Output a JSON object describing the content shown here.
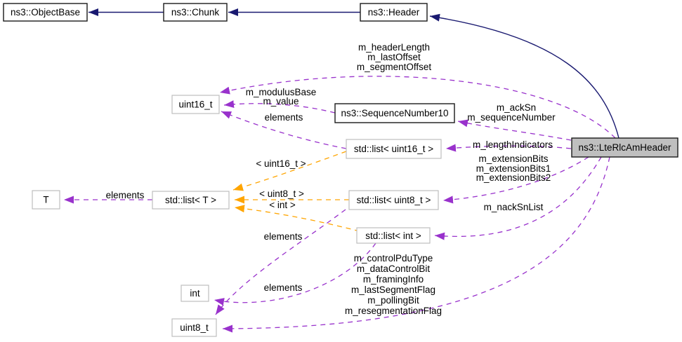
{
  "diagram": {
    "nodes": {
      "objectbase": {
        "label": "ns3::ObjectBase"
      },
      "chunk": {
        "label": "ns3::Chunk"
      },
      "header": {
        "label": "ns3::Header"
      },
      "lterlcamheader": {
        "label": "ns3::LteRlcAmHeader"
      },
      "sequencenumber10": {
        "label": "ns3::SequenceNumber10"
      },
      "uint16": {
        "label": "uint16_t"
      },
      "list_uint16": {
        "label": "std::list< uint16_t >"
      },
      "list_uint8": {
        "label": "std::list< uint8_t >"
      },
      "list_int": {
        "label": "std::list< int >"
      },
      "list_t": {
        "label": "std::list< T >"
      },
      "t": {
        "label": "T"
      },
      "int": {
        "label": "int"
      },
      "uint8": {
        "label": "uint8_t"
      }
    },
    "edge_labels": {
      "rlc_to_uint16": [
        "m_headerLength",
        "m_lastOffset",
        "m_segmentOffset"
      ],
      "seq_to_uint16": [
        "m_modulusBase",
        "m_value"
      ],
      "elements_uint16": "elements",
      "ack_seq": [
        "m_ackSn",
        "m_sequenceNumber"
      ],
      "length_indicators": "m_lengthIndicators",
      "extension_bits": [
        "m_extensionBits",
        "m_extensionBits1",
        "m_extensionBits2"
      ],
      "nack_sn_list": "m_nackSnList",
      "tmpl_uint16": "< uint16_t >",
      "tmpl_uint8": "< uint8_t >",
      "tmpl_int": "< int >",
      "elements_t": "elements",
      "elements_uint8": "elements",
      "elements_int": "elements",
      "rlc_to_uint8": [
        "m_controlPduType",
        "m_dataControlBit",
        "m_framingInfo",
        "m_lastSegmentFlag",
        "m_pollingBit",
        "m_resegmentationFlag"
      ]
    },
    "colors": {
      "inheritance_edge": "#191970",
      "usage_edge": "#9932CC",
      "template_edge": "#FFA500",
      "current_node_fill": "#BFBFBF",
      "linked_node_border": "#1a1a1a",
      "plain_node_border": "#BDBDBD"
    }
  }
}
